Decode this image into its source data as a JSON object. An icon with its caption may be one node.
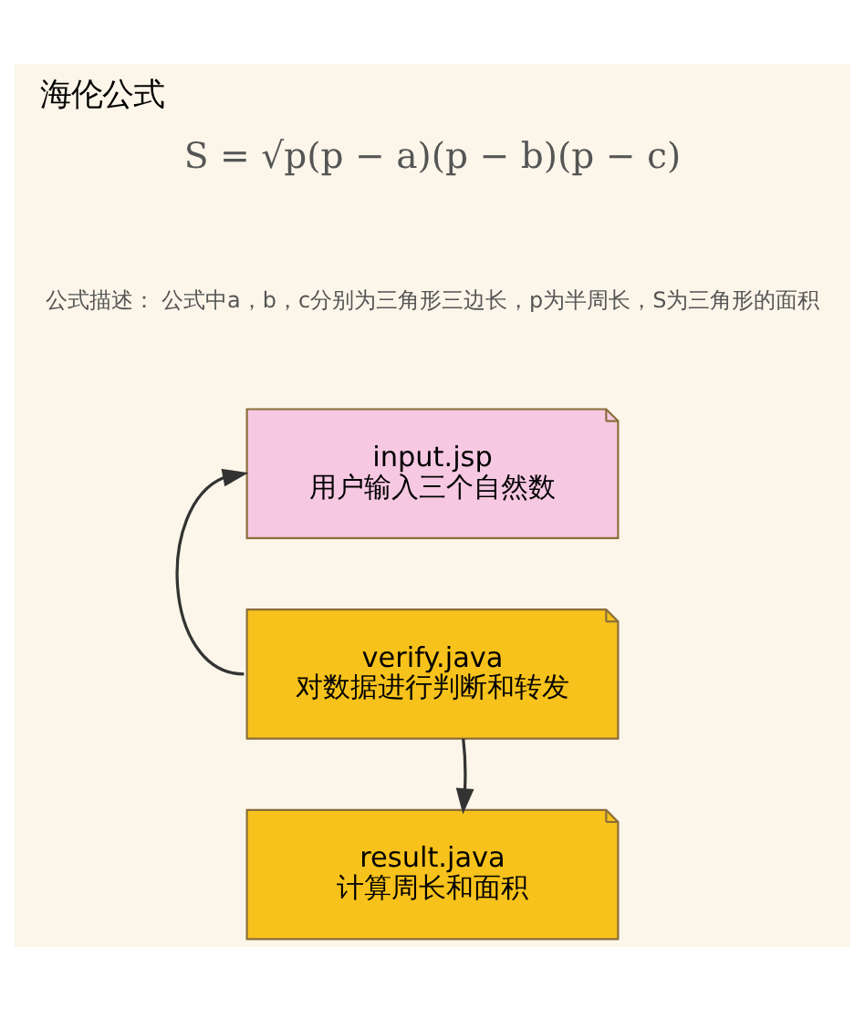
{
  "diagram": {
    "title": "海伦公式",
    "nodes": [
      {
        "text": [
          "input.jsp",
          "用户输入三个自然数"
        ]
      },
      {
        "text": [
          "verify.java",
          "对数据进行判断和转发"
        ]
      },
      {
        "text": [
          "result.java",
          "计算周长和面积"
        ]
      }
    ],
    "edges": [
      {
        "from": 1,
        "to": 0,
        "arrow": "to"
      },
      {
        "from": 1,
        "to": 2,
        "arrow": "to"
      }
    ],
    "labels": [
      "S = √p(p − a)(p − b)(p − c)",
      "公式描述： 公式中a，b，c分别为三角形三边长，p为半周长，S为三角形的面积"
    ]
  }
}
